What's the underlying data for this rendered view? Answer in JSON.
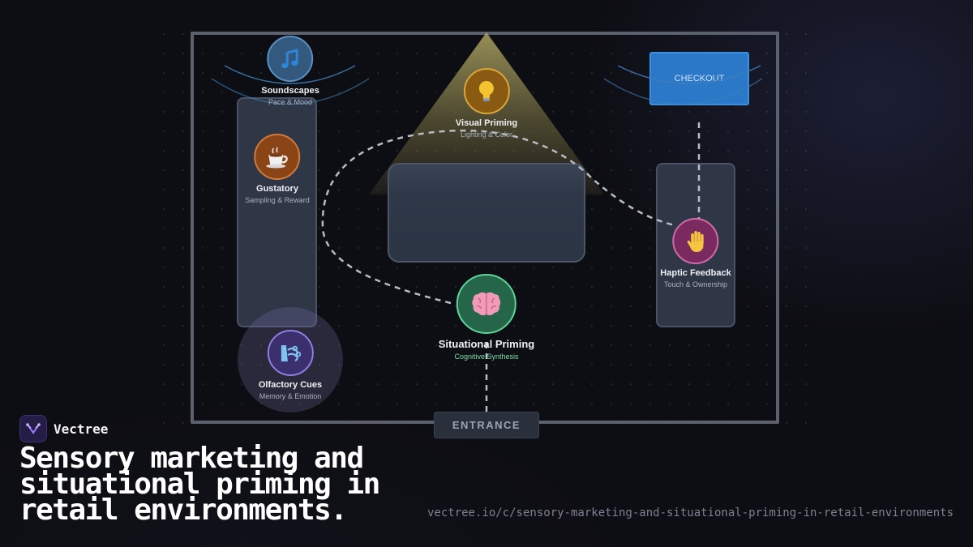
{
  "brand": {
    "name": "Vectree",
    "accent": "#7b5cf0"
  },
  "headline": "Sensory marketing and situational priming in retail environments.",
  "url": "vectree.io/c/sensory-marketing-and-situational-priming-in-retail-environments",
  "store": {
    "checkout_label": "CHECKOUT",
    "entrance_label": "ENTRANCE"
  },
  "nodes": {
    "soundscapes": {
      "title": "Soundscapes",
      "subtitle": "Pace & Mood",
      "icon": "music-note-icon",
      "color": "#3b5f88"
    },
    "visual": {
      "title": "Visual Priming",
      "subtitle": "Lighting & Color",
      "icon": "lightbulb-icon",
      "color": "#8a5a12"
    },
    "gustatory": {
      "title": "Gustatory",
      "subtitle": "Sampling & Reward",
      "icon": "coffee-cup-icon",
      "color": "#8a4416"
    },
    "haptic": {
      "title": "Haptic Feedback",
      "subtitle": "Touch & Ownership",
      "icon": "hand-icon",
      "color": "#7a2a5e"
    },
    "situational": {
      "title": "Situational Priming",
      "subtitle": "Cognitive Synthesis",
      "icon": "brain-icon",
      "color": "#25664a"
    },
    "olfactory": {
      "title": "Olfactory Cues",
      "subtitle": "Memory & Emotion",
      "icon": "scent-icon",
      "color": "#3b2f6e"
    }
  }
}
